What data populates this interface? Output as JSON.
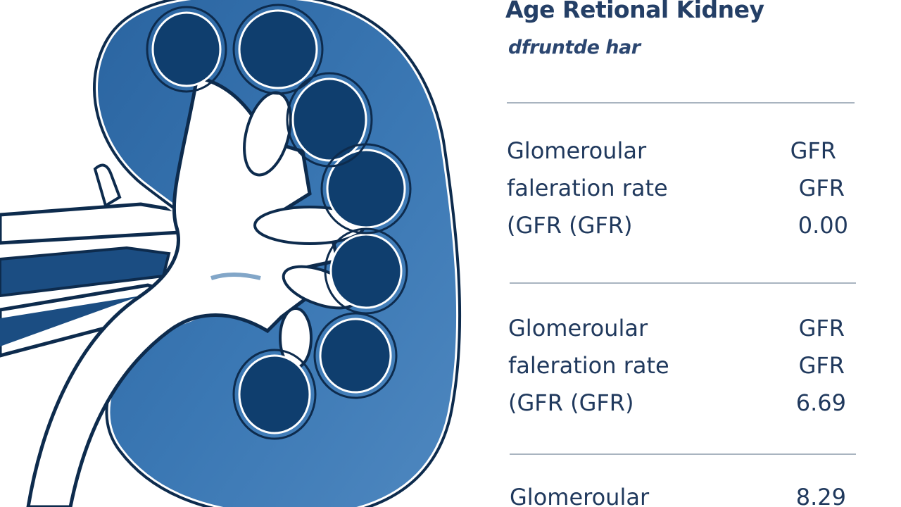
{
  "header": {
    "title": "Age Retional Kidney",
    "subtitle": "dfruntde har"
  },
  "rows": [
    {
      "lines": [
        "Glomeroular",
        "faleration rate",
        "(GFR (GFR)"
      ],
      "values": [
        "GFR",
        "GFR",
        "0.00"
      ]
    },
    {
      "lines": [
        "Glomeroular",
        "faleration rate",
        "(GFR (GFR)"
      ],
      "values": [
        "GFR",
        "GFR",
        "6.69"
      ]
    },
    {
      "lines": [
        "Glomeroular"
      ],
      "values": [
        "8.29"
      ]
    }
  ],
  "colors": {
    "kidney_dark": "#0e3a66",
    "kidney_mid": "#2f6aa3",
    "kidney_light": "#5b8fc2",
    "outline": "#0d2b4d",
    "text": "#20395d",
    "divider": "#a9b4c0"
  }
}
